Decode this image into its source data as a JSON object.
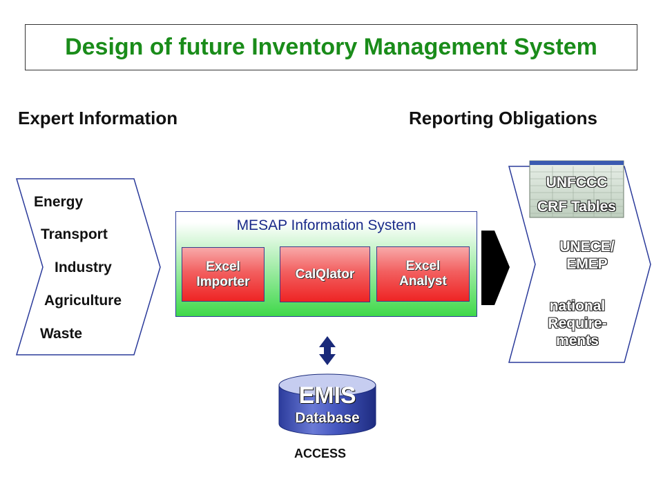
{
  "title": "Design of future Inventory Management System",
  "left_heading": "Expert Information",
  "right_heading": "Reporting Obligations",
  "sources": [
    "Energy",
    "Transport",
    "Industry",
    "Agriculture",
    "Waste"
  ],
  "system": {
    "label": "MESAP Information System",
    "modules": [
      {
        "line1": "Excel",
        "line2": "Importer"
      },
      {
        "line1": "CalQlator",
        "line2": ""
      },
      {
        "line1": "Excel",
        "line2": "Analyst"
      }
    ]
  },
  "database": {
    "name": "EMIS",
    "subtitle": "Database",
    "engine": "ACCESS"
  },
  "reporting": {
    "unfccc": {
      "line1": "UNFCCC",
      "line2": "CRF Tables"
    },
    "unece": {
      "line1": "UNECE/",
      "line2": "EMEP"
    },
    "national": {
      "line1": "national",
      "line2": "Require-",
      "line3": "ments"
    }
  }
}
